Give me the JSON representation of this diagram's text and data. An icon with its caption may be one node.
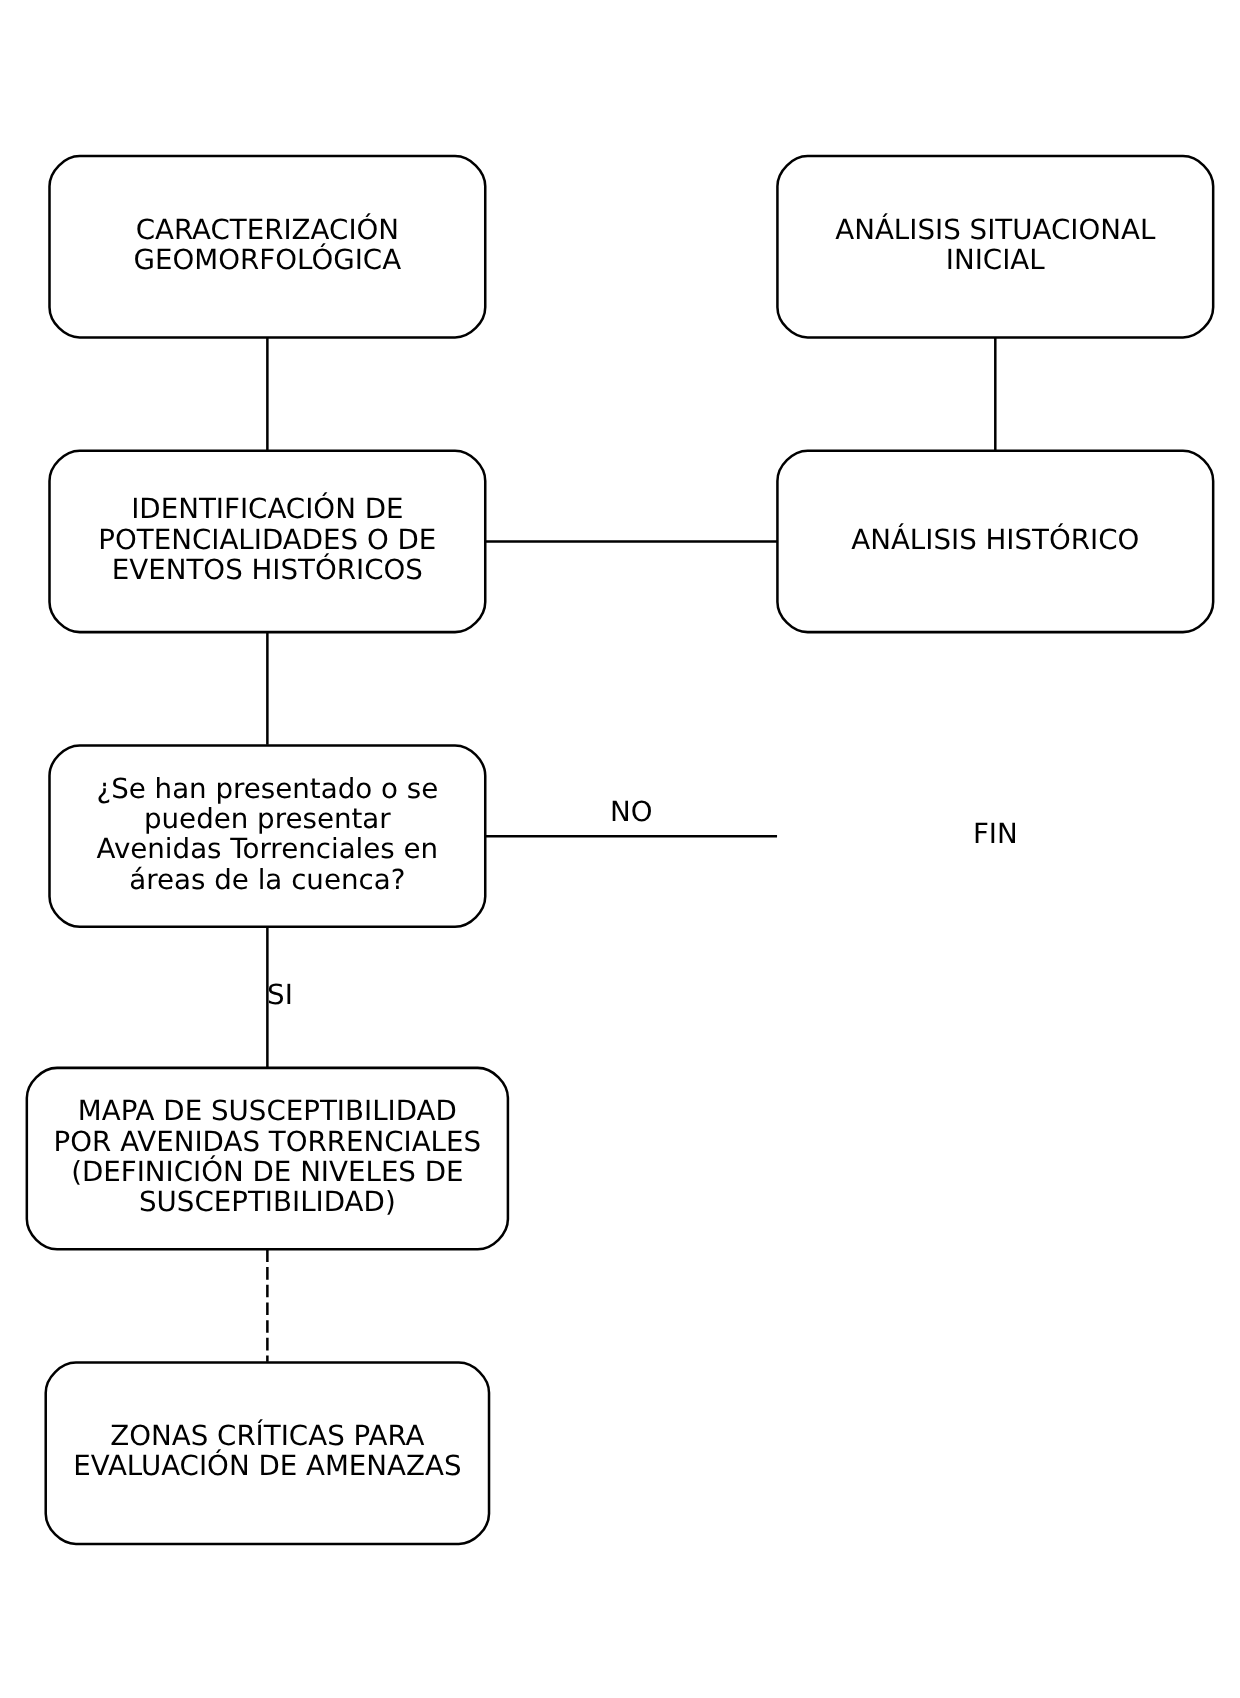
{
  "diagram": {
    "nodes": [
      {
        "text": [
          "CARACTERIZACIÓN GEOMORFOLÓGICA"
        ]
      },
      {
        "text": [
          "ANÁLISIS SITUACIONAL INICIAL"
        ]
      },
      {
        "text": [
          "IDENTIFICACIÓN DE POTENCIALIDADES O DE EVENTOS HISTÓRICOS"
        ]
      },
      {
        "text": [
          "ANÁLISIS HISTÓRICO"
        ]
      },
      {
        "text": [
          "¿Se han presentado o se pueden presentar Avenidas Torrenciales en áreas de la cuenca?"
        ]
      },
      {
        "text": [
          "FIN"
        ]
      },
      {
        "text": [
          "MAPA DE SUSCEPTIBILIDAD POR AVENIDAS TORRENCIALES (DEFINICIÓN DE NIVELES DE SUSCEPTIBILIDAD)"
        ]
      },
      {
        "text": [
          "ZONAS CRÍTICAS PARA EVALUACIÓN DE AMENAZAS"
        ]
      }
    ],
    "edges": [
      {
        "from": 0,
        "to": 2,
        "arrow": "none"
      },
      {
        "from": 1,
        "to": 3,
        "arrow": "none"
      },
      {
        "from": 2,
        "to": 3,
        "arrow": "none"
      },
      {
        "from": 2,
        "to": 4,
        "arrow": "none"
      },
      {
        "from": 4,
        "to": 5,
        "arrow": "none",
        "label": "NO"
      },
      {
        "from": 4,
        "to": 6,
        "arrow": "none",
        "label": "SI"
      },
      {
        "from": 6,
        "to": 7,
        "arrow": "none",
        "style": "dashed"
      }
    ]
  }
}
